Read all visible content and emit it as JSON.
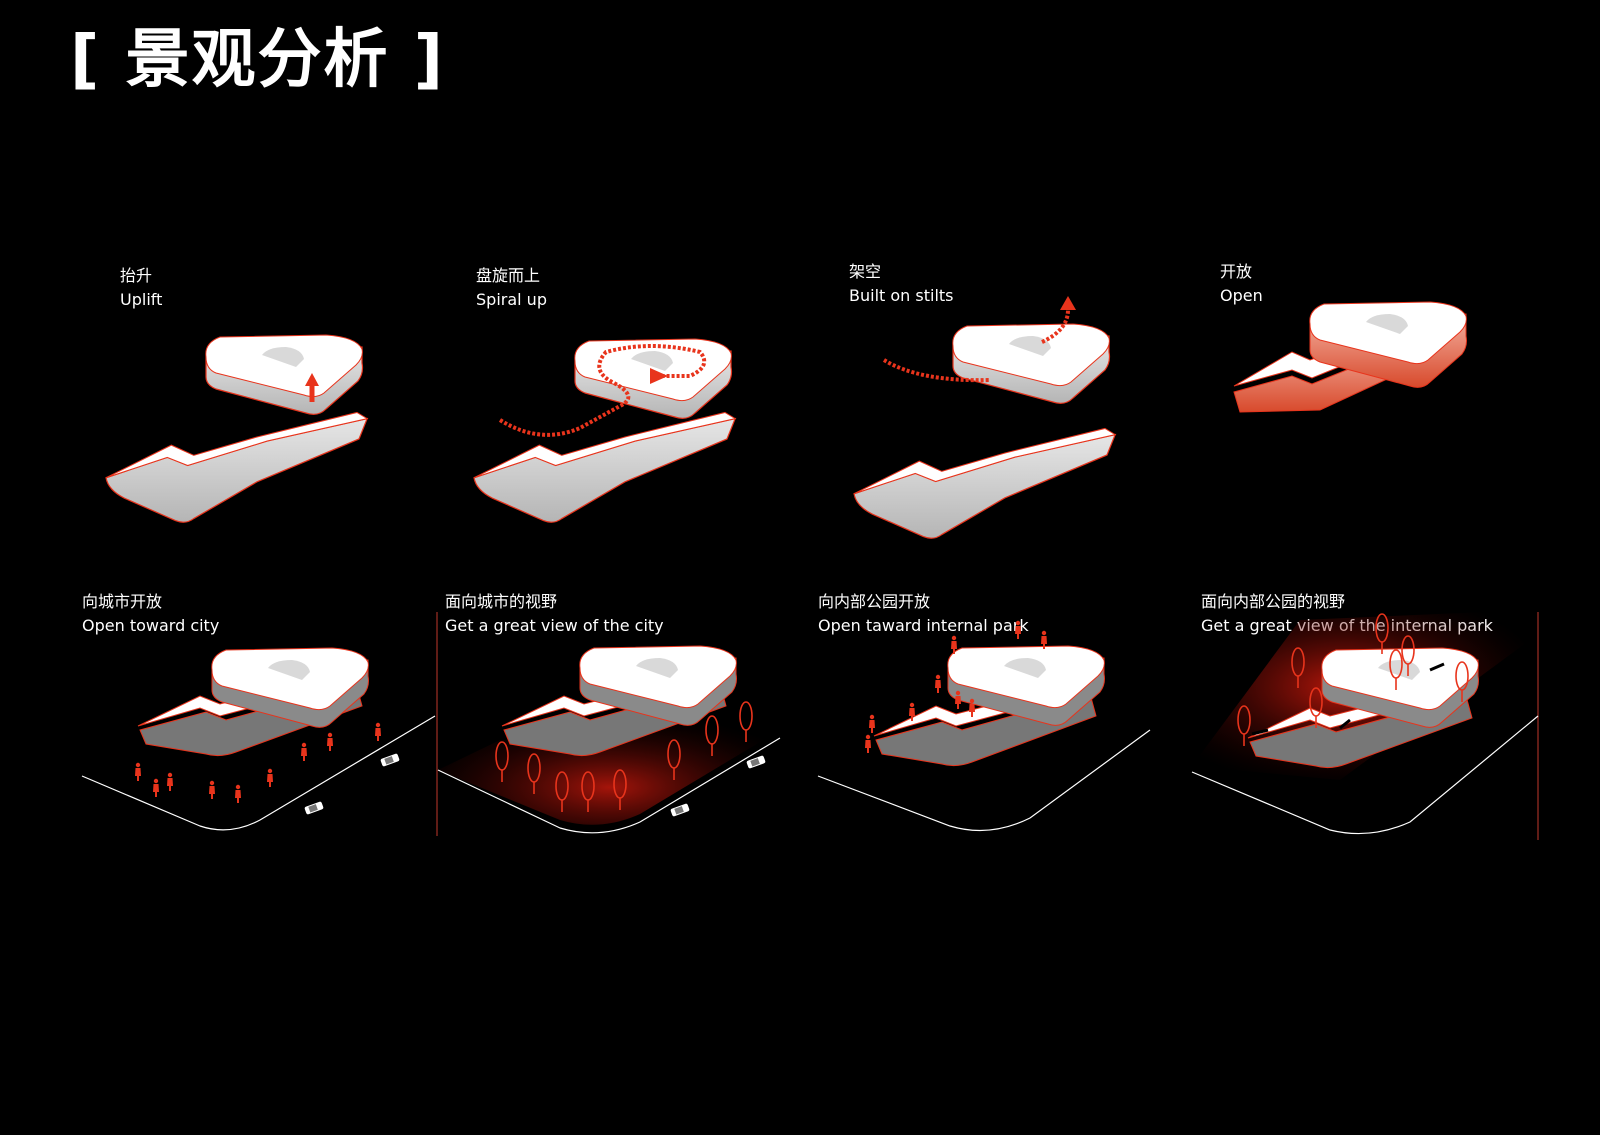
{
  "title": "[ 景观分析 ]",
  "colors": {
    "background": "#000000",
    "accent": "#e8341c",
    "mass": "#ffffff",
    "glow": "#a8120a"
  },
  "panels": [
    {
      "zh": "抬升",
      "en": "Uplift"
    },
    {
      "zh": "盘旋而上",
      "en": "Spiral up"
    },
    {
      "zh": "架空",
      "en": "Built on stilts"
    },
    {
      "zh": "开放",
      "en": "Open"
    },
    {
      "zh": "向城市开放",
      "en": "Open toward city"
    },
    {
      "zh": "面向城市的视野",
      "en": "Get a great view of the city"
    },
    {
      "zh": "向内部公园开放",
      "en": "Open taward internal park"
    },
    {
      "zh": "面向内部公园的视野",
      "en": "Get a great view of the internal park"
    }
  ]
}
